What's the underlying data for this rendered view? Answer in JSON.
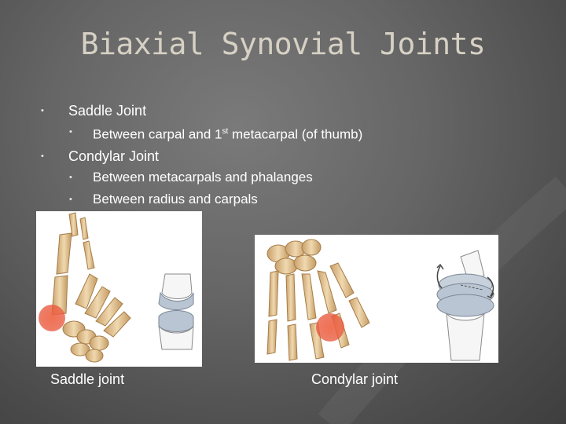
{
  "title": "Biaxial Synovial Joints",
  "bullets": [
    {
      "label": "Saddle Joint",
      "sub_prefix": "Between carpal and 1",
      "sub_sup": "st",
      "sub_suffix": " metacarpal (of thumb)"
    },
    {
      "label": "Condylar Joint",
      "subs": [
        "Between metacarpals and phalanges",
        "Between radius and carpals"
      ]
    }
  ],
  "bullet_glyph": "•",
  "figures": {
    "left_caption": "Saddle joint",
    "right_caption": "Condylar joint"
  },
  "colors": {
    "title": "#d6d1c4",
    "bone": "#e2c596",
    "highlight": "#e8553a",
    "joint_blue": "#9ba8b6"
  }
}
